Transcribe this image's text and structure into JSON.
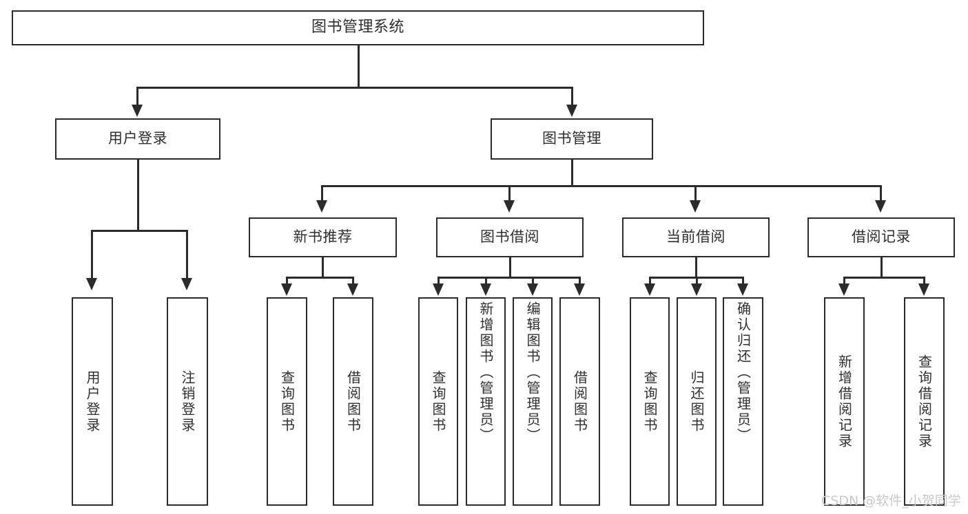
{
  "diagram": {
    "type": "tree-hierarchy",
    "title": "图书管理系统",
    "orientation": "top-down",
    "colors": {
      "stroke": "#2b2b2b",
      "text": "#2f2f2f",
      "background": "#ffffff",
      "watermark": "#c9c9c9"
    },
    "root": {
      "label": "图书管理系统"
    },
    "level2": [
      {
        "label": "用户登录"
      },
      {
        "label": "图书管理"
      }
    ],
    "level3": [
      {
        "label": "新书推荐"
      },
      {
        "label": "图书借阅"
      },
      {
        "label": "当前借阅"
      },
      {
        "label": "借阅记录"
      }
    ],
    "leaves": {
      "user_login": [
        {
          "label": "用户登录"
        },
        {
          "label": "注销登录"
        }
      ],
      "new_book_recommend": [
        {
          "label": "查询图书"
        },
        {
          "label": "借阅图书"
        }
      ],
      "book_borrow": [
        {
          "label": "查询图书"
        },
        {
          "label": "新增图书（管理员）"
        },
        {
          "label": "编辑图书（管理员）"
        },
        {
          "label": "借阅图书"
        }
      ],
      "current_borrow": [
        {
          "label": "查询图书"
        },
        {
          "label": "归还图书"
        },
        {
          "label": "确认归还（管理员）"
        }
      ],
      "borrow_record": [
        {
          "label": "新增借阅记录"
        },
        {
          "label": "查询借阅记录"
        }
      ]
    },
    "watermark": "CSDN @软件_小贺同学"
  }
}
